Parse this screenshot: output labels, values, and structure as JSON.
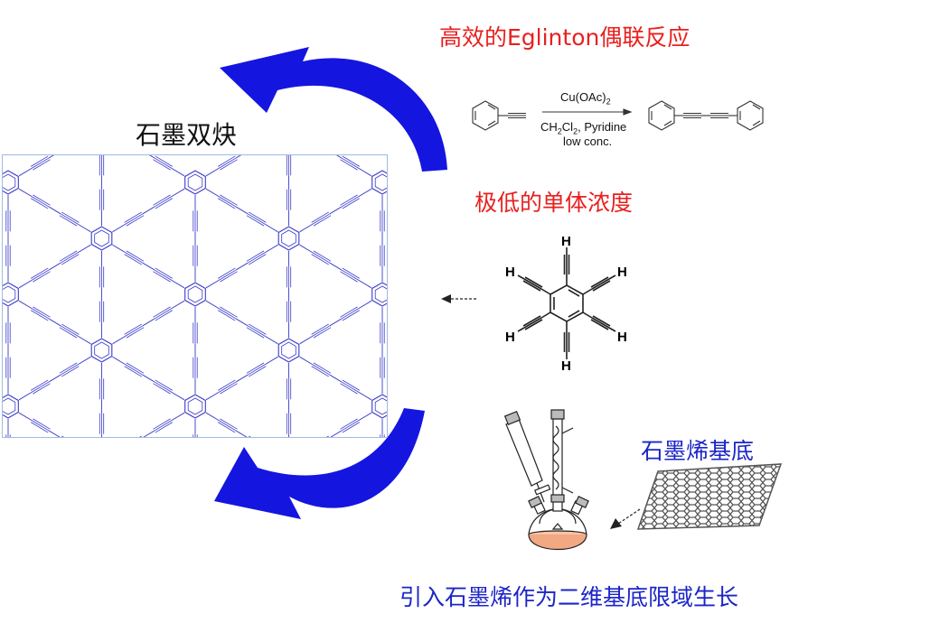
{
  "title_top": "高效的Eglinton偶联反应",
  "label_graphdiyne": "石墨双炔",
  "label_low_concentration": "极低的单体浓度",
  "label_graphene_substrate": "石墨烯基底",
  "caption_bottom": "引入石墨烯作为二维基底限域生长",
  "reaction": {
    "catalyst": "Cu(OAc)",
    "catalyst_sub": "2",
    "solvent_a": "CH",
    "solvent_a_sub": "2",
    "solvent_b": "Cl",
    "solvent_b_sub": "2",
    "solvent_rest": ", Pyridine",
    "condition": "low conc."
  },
  "monomer": {
    "h_labels": [
      "H",
      "H",
      "H",
      "H",
      "H",
      "H"
    ]
  },
  "colors": {
    "red_text": "#e8201f",
    "blue_text": "#1c25c7",
    "arrow_blue": "#1515e0",
    "lattice": "#3a3acb",
    "flask_fill": "#f2a882",
    "graphene": "#555555"
  }
}
